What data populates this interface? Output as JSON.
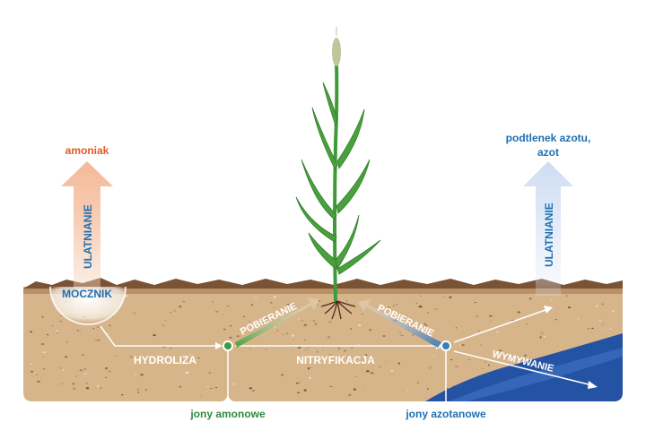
{
  "labels": {
    "ammonia": "amoniak",
    "nitrous": "podtlenek azotu,",
    "nitrogen": "azot",
    "volatilization_left": "ULATNIANIE",
    "volatilization_right": "ULATNIANIE",
    "urea": "MOCZNIK",
    "hydrolysis": "HYDROLIZA",
    "nitrification": "NITRYFIKACJA",
    "uptake_left": "POBIERANIE",
    "uptake_right": "POBIERANIE",
    "leaching": "WYMYWANIE",
    "ammonium_ions": "jony amonowe",
    "nitrate_ions": "jony azotanowe"
  },
  "colors": {
    "ammonia_text": "#e05a2a",
    "blue_text": "#1f6fb2",
    "green_text": "#2e8b3d",
    "soil": "#d6b48a",
    "soil_dark": "#6b4a2e",
    "water": "#1f4e9a",
    "plant": "#3f9b3a"
  }
}
